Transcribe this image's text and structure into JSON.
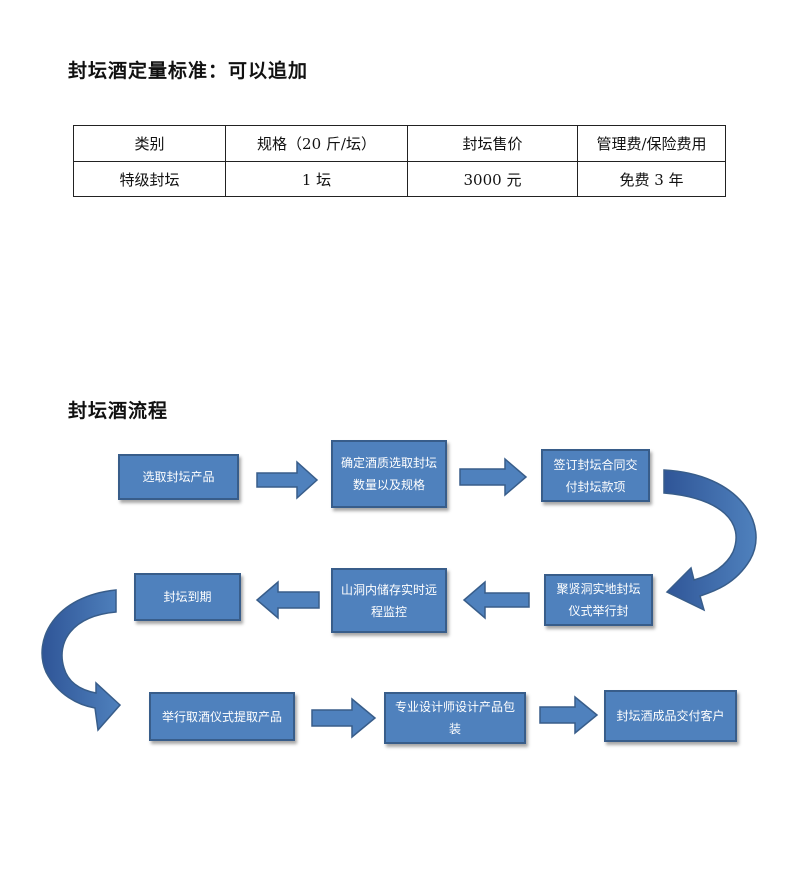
{
  "section1": {
    "title": "封坛酒定量标准：可以追加"
  },
  "table": {
    "headers": [
      "类别",
      "规格（20 斤/坛）",
      "封坛售价",
      "管理费/保险费用"
    ],
    "rows": [
      [
        "特级封坛",
        "1 坛",
        "3000 元",
        "免费 3 年"
      ]
    ]
  },
  "section2": {
    "title": "封坛酒流程"
  },
  "flow": {
    "steps": [
      "选取封坛产品",
      "确定酒质选取封坛数量以及规格",
      "签订封坛合同交付封坛款项",
      "聚贤洞实地封坛仪式举行封",
      "山洞内储存实时远程监控",
      "封坛到期",
      "举行取酒仪式提取产品",
      "专业设计师设计产品包装",
      "封坛酒成品交付客户"
    ]
  },
  "colors": {
    "box_fill": "#4f81bd",
    "box_border": "#385d8a"
  }
}
